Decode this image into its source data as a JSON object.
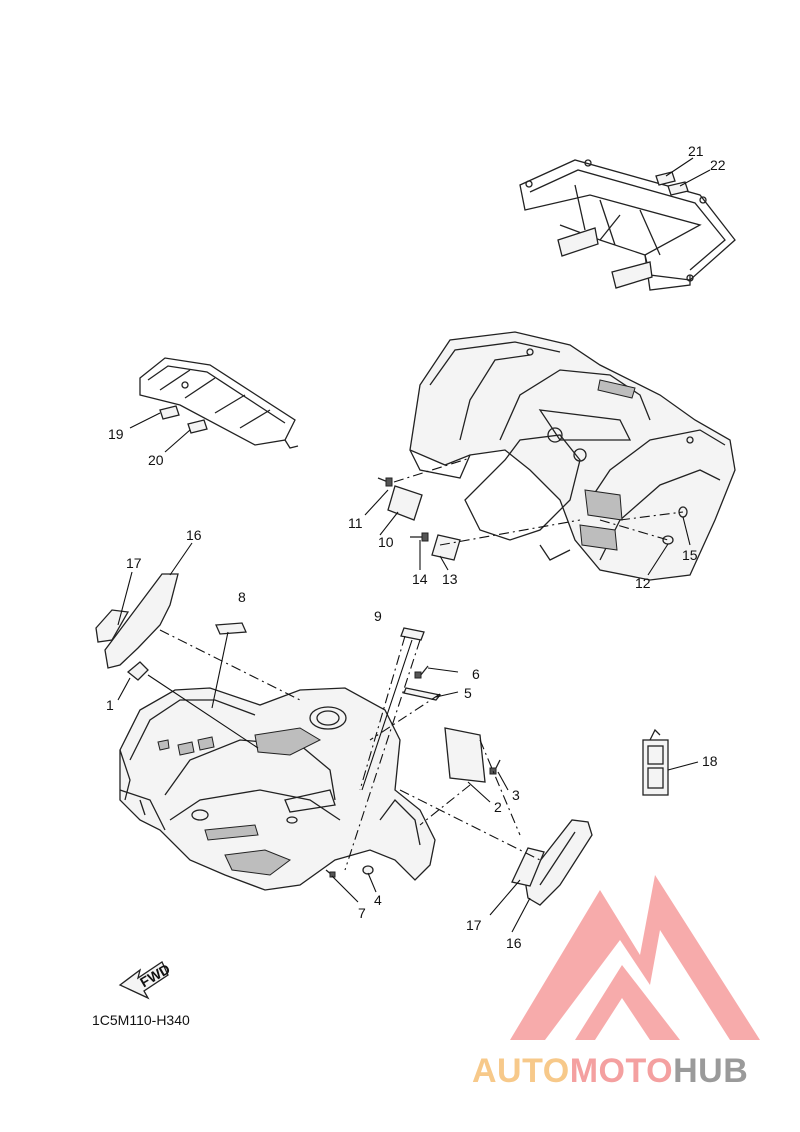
{
  "diagram": {
    "code": "1C5M110-H340",
    "fwd_label": "FWD",
    "callouts": [
      {
        "id": "c21",
        "label": "21"
      },
      {
        "id": "c22",
        "label": "22"
      },
      {
        "id": "c19",
        "label": "19"
      },
      {
        "id": "c20",
        "label": "20"
      },
      {
        "id": "c11",
        "label": "11"
      },
      {
        "id": "c10",
        "label": "10"
      },
      {
        "id": "c14",
        "label": "14"
      },
      {
        "id": "c13",
        "label": "13"
      },
      {
        "id": "c12",
        "label": "12"
      },
      {
        "id": "c15",
        "label": "15"
      },
      {
        "id": "c17a",
        "label": "17"
      },
      {
        "id": "c16a",
        "label": "16"
      },
      {
        "id": "c8",
        "label": "8"
      },
      {
        "id": "c9",
        "label": "9"
      },
      {
        "id": "c6",
        "label": "6"
      },
      {
        "id": "c5",
        "label": "5"
      },
      {
        "id": "c1",
        "label": "1"
      },
      {
        "id": "c2",
        "label": "2"
      },
      {
        "id": "c3",
        "label": "3"
      },
      {
        "id": "c18",
        "label": "18"
      },
      {
        "id": "c7",
        "label": "7"
      },
      {
        "id": "c4",
        "label": "4"
      },
      {
        "id": "c17b",
        "label": "17"
      },
      {
        "id": "c16b",
        "label": "16"
      }
    ]
  },
  "watermark": {
    "part1": "AUTO",
    "part2": "MOTO",
    "part3": "HUB",
    "colors": {
      "auto": "#f7c98a",
      "moto": "#f4a0a0",
      "hub": "#9a9a9a",
      "logo": "#f7a3a3"
    }
  }
}
